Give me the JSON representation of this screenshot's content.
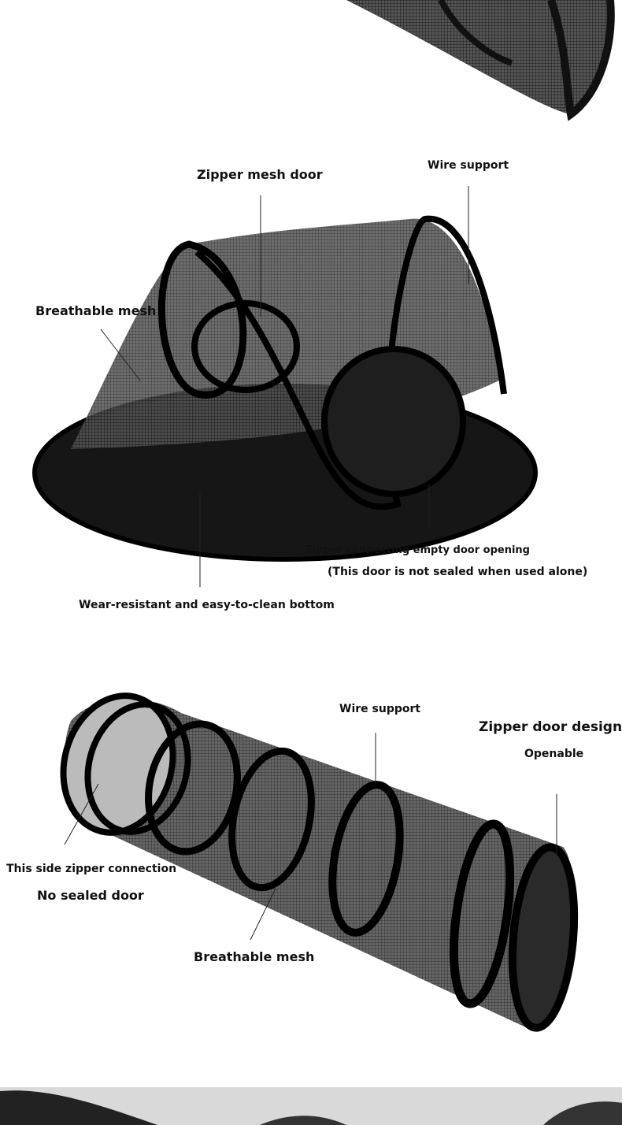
{
  "tent_section": {
    "labels": {
      "zipper_mesh_door": "Zipper mesh door",
      "wire_support": "Wire support",
      "breathable_mesh": "Breathable mesh",
      "zipper_connecting": "Zipper connecting empty door opening",
      "door_not_sealed": "(This door is not sealed when used alone)",
      "bottom": "Wear-resistant and easy-to-clean bottom"
    }
  },
  "tunnel_section": {
    "labels": {
      "wire_support": "Wire support",
      "zipper_door_design": "Zipper door design",
      "openable": "Openable",
      "side_zipper": "This side zipper connection",
      "no_sealed_door": "No sealed door",
      "breathable_mesh": "Breathable mesh"
    }
  },
  "colors": {
    "background": "#ffffff",
    "product": "#111111",
    "mesh": "#3a3a3a",
    "bottom_strip": "#d9d9d9"
  }
}
